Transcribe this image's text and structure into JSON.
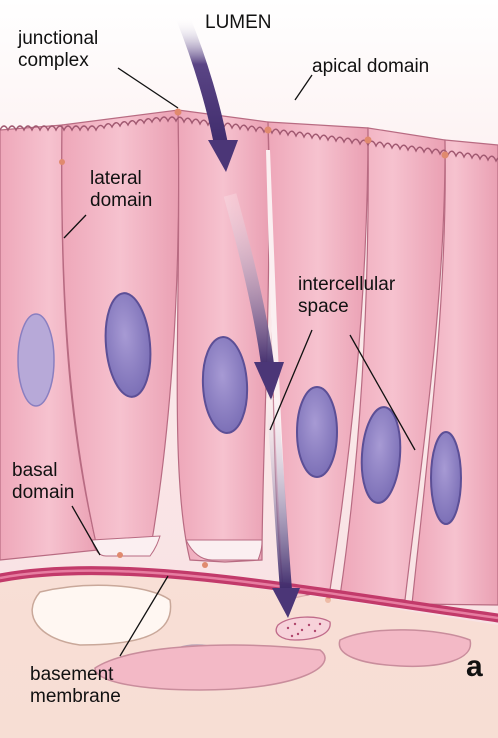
{
  "labels": {
    "lumen": "LUMEN",
    "junctional_complex": "junctional\ncomplex",
    "apical_domain": "apical domain",
    "lateral_domain": "lateral\ndomain",
    "intercellular_space": "intercellular\nspace",
    "basal_domain": "basal\ndomain",
    "basement_membrane": "basement\nmembrane",
    "panel_letter": "a"
  },
  "colors": {
    "cell_fill": "#f2b5c4",
    "cell_edge": "#b86b82",
    "nucleus": "#8a7fc0",
    "nucleus_edge": "#5c4f96",
    "arrow": "#4b3677",
    "basement_membrane": "#c23a6a",
    "connective_tissue": "#f6dccb",
    "background": "#fbe9e9"
  },
  "icons": [
    "lumen-flow-arrow",
    "junctional-complex-dots",
    "microvilli-border"
  ]
}
